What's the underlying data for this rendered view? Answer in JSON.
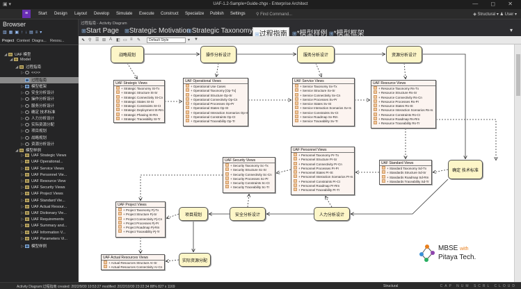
{
  "window": {
    "title": "UAF-1.2-Sample+Guide-zhgx - Enterprise Architect",
    "controls": "—  ◻  ✕"
  },
  "menu": {
    "home_icon": "≡",
    "items": [
      "Start",
      "Design",
      "Layout",
      "Develop",
      "Simulate",
      "Execute",
      "Construct",
      "Specialize",
      "Publish",
      "Settings"
    ],
    "find": "Find Command...",
    "workspace": "Structural",
    "user": "User"
  },
  "browser": {
    "title": "Browser",
    "tabs": [
      "Project",
      "Context",
      "Diagra...",
      "Resou..."
    ],
    "items": [
      {
        "label": "UAF 模型",
        "level": 0
      },
      {
        "label": "Model",
        "level": 1
      },
      {
        "label": "过程指南",
        "level": 2
      },
      {
        "label": "<<>>",
        "level": 3
      },
      {
        "label": "过程指南",
        "level": 3,
        "selected": true
      },
      {
        "label": "模型框架",
        "level": 3
      },
      {
        "label": "安全分析设计",
        "level": 3
      },
      {
        "label": "操作分析设计",
        "level": 3
      },
      {
        "label": "服务分析设计",
        "level": 3
      },
      {
        "label": "确定 技术标准",
        "level": 3
      },
      {
        "label": "人力分析设计",
        "level": 3
      },
      {
        "label": "实际资源分配",
        "level": 3
      },
      {
        "label": "项目规划",
        "level": 3
      },
      {
        "label": "战略规划",
        "level": 3
      },
      {
        "label": "资源分析设计",
        "level": 3
      },
      {
        "label": "模型样例",
        "level": 2
      },
      {
        "label": "UAF Strategic Views",
        "level": 3
      },
      {
        "label": "UAF Operational...",
        "level": 3
      },
      {
        "label": "UAF Service Views",
        "level": 3
      },
      {
        "label": "UAF Personnel Vie...",
        "level": 3
      },
      {
        "label": "UAF Resource View",
        "level": 3
      },
      {
        "label": "UAF Security Views",
        "level": 3
      },
      {
        "label": "UAF Project Views",
        "level": 3
      },
      {
        "label": "UAF Standard Vie...",
        "level": 3
      },
      {
        "label": "UAF Actual Resour...",
        "level": 3
      },
      {
        "label": "UAF Dictionary Vie...",
        "level": 3
      },
      {
        "label": "UAF Requirements",
        "level": 3
      },
      {
        "label": "UAF Summary and...",
        "level": 3
      },
      {
        "label": "UAF Information V...",
        "level": 3
      },
      {
        "label": "UAF Parameters Vi...",
        "level": 3
      },
      {
        "label": "模型样例",
        "level": 3
      }
    ]
  },
  "breadcrumb": "过程指南 - Activity Diagram",
  "tabs": [
    {
      "label": "Start Page",
      "active": false
    },
    {
      "label": "Strategic Motivation",
      "active": false
    },
    {
      "label": "Strategic Taxonomy",
      "active": false
    },
    {
      "label": "过程指南",
      "active": true
    },
    {
      "label": "*模型样例",
      "active": false
    },
    {
      "label": "*模型框架",
      "active": false
    }
  ],
  "toolbar": {
    "style": "Default Style"
  },
  "diagram": {
    "activities": {
      "strategic": "战略规划",
      "operational": "操作分析设计",
      "service": "服务分析设计",
      "resource": "资源分析设计",
      "standard": "确定 技术标准",
      "personnel": "人力分析设计",
      "security": "安全分析设计",
      "project": "项目规划",
      "actual": "实际资源分配"
    },
    "views": {
      "strategic": {
        "title": "UAF Strategic Views",
        "items": [
          "Strategic Taxonomy St-Tx",
          "Strategic Structure St-Sr",
          "Strategic Connectivity St-Cn",
          "Strategic States St-St",
          "Strategic Constraints St-Ct",
          "Strategic Deployment St-Rm",
          "Strategic Phasing St-Rm",
          "Strategic Traceability St-Tr"
        ]
      },
      "operational": {
        "title": "UAF Operational Views",
        "items": [
          "Operational Use Cases",
          "Operational Taxonomy [Op-Tx]",
          "Operational Structure Op-Sr",
          "Operational Connectivity Op-Cn",
          "Operational Processes Op-Pr",
          "Operational States Op-St",
          "Operational Interaction Scenarios Op-Is",
          "Operational Constraints Op-Ct",
          "Operational Traceability Op-Tr"
        ]
      },
      "service": {
        "title": "UAF Service Views",
        "items": [
          "Service Taxonomy Sv-Tx",
          "Service Structure Sv-Sr",
          "Service Connectivity Sv-Cn",
          "Service Processes Sv-Pr",
          "Service States Sv-St",
          "Service Interaction Scenarios Sv-Is",
          "Service Constraints Sv-Ct",
          "Service Roadmap Sv-Rm",
          "Service Traceability Sv-Tr"
        ]
      },
      "resource": {
        "title": "UAF Resource Views",
        "items": [
          "Resource Taxonomy Rs-Tx",
          "Resource Structure Rs-Sr",
          "Resource Connectivity Rs-Cn",
          "Resource Processes Rs-Pr",
          "Resource States Rs-St",
          "Resource Interaction Scenarios Rs-Is",
          "Resource Constraints Rs-Ct",
          "Resource Roadmap Rs-Rm",
          "Resource Traceability Rs-Tr"
        ]
      },
      "personnel": {
        "title": "UAF Personnel Views",
        "items": [
          "Personnel Taxonomy Pr-Tx",
          "Personnel Structure Pr-Sr",
          "Personnel Connectivity Pr-Cn",
          "Personnel Processes Pr-Pr",
          "Personnel States Pr-St",
          "Personnel Interaction Scenarios Pr-Is",
          "Personnel Constraints Pr-Ct",
          "Personnel Roadmap Pr-Rm",
          "Personnel Traceability Pr-Tr"
        ]
      },
      "security": {
        "title": "UAF Security Views",
        "items": [
          "Security Taxonomy Sc-Tx",
          "Security Structure Sc-Sr",
          "Security Connectivity Sc-Cn",
          "Security Processes Sc-Pr",
          "Security Constraints Sc-Ct",
          "Security Traceability Sc-Tr"
        ]
      },
      "standard": {
        "title": "UAF Standard Views",
        "items": [
          "Standard Taxonomy Sd-Tx",
          "Standards Structure Sd-Sr",
          "Standards Roadmap Sd-Rm",
          "Standards Traceability Sd-Tr"
        ]
      },
      "project": {
        "title": "UAF Project Views",
        "items": [
          "Project Taxonomy Pj-Tx",
          "Project Structure Pj-Sr",
          "Project Connectivity Pj-Cn",
          "Project Processes Pj-Pr",
          "Project Roadmap Pj-Rm",
          "Project Traceability Pj-Tr"
        ]
      },
      "actual": {
        "title": "UAF Actual Resources Views",
        "items": [
          "Actual Resources Structure Ar-Sr",
          "Actual Resources Connectivity Ar-Cn"
        ]
      }
    }
  },
  "logo": {
    "line1": "MBSE",
    "with": "with",
    "line2": "Pitaya Tech."
  },
  "status": {
    "left": "Activity Diagram:过程指南   created: 2022/9/30 10:53:27   modified: 2022/10/30 23:22:34   88%   827 x 1169",
    "mid": "Structural",
    "right": "CAP  NUM  SCRL  CLOUD"
  },
  "colors": {
    "activity_fill": "#fdf6c8",
    "view_fill": "#fcf4f0",
    "active_tab": "#f7f7f7",
    "home_button": "#6a2fb5"
  }
}
